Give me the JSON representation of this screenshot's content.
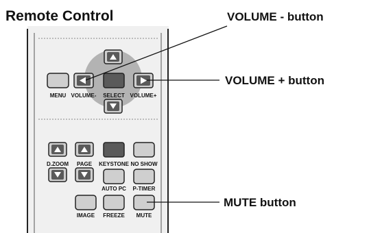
{
  "title": "Remote Control",
  "callouts": {
    "volume_minus": "VOLUME - button",
    "volume_plus": "VOLUME + button",
    "mute": "MUTE button"
  },
  "buttons": {
    "menu": "MENU",
    "volume_minus": "VOLUME-",
    "select": "SELECT",
    "volume_plus": "VOLUME+",
    "dzoom": "D.ZOOM",
    "page": "PAGE",
    "keystone": "KEYSTONE",
    "no_show": "NO SHOW",
    "auto_pc": "AUTO PC",
    "p_timer": "P-TIMER",
    "image": "IMAGE",
    "freeze": "FREEZE",
    "mute": "MUTE"
  },
  "colors": {
    "remote_body": "#f0f0f0",
    "button_gray": "#cfcfcf",
    "button_dark": "#5a5a5a",
    "highlight": "#b3b3b3",
    "outline": "#222222"
  }
}
